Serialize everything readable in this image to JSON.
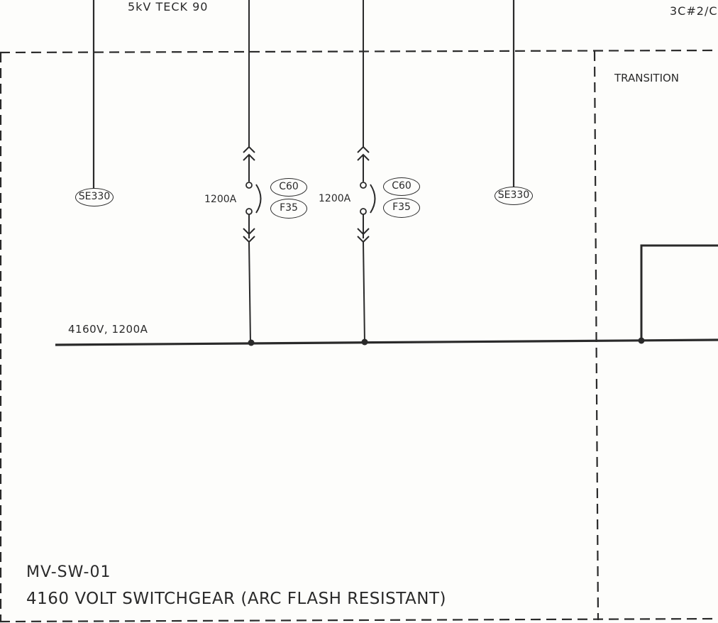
{
  "header": {
    "cable_left": "5kV TECK 90",
    "cable_right": "3C#2/C"
  },
  "transition": {
    "label": "TRANSITION"
  },
  "feeders": [
    {
      "relay": "SE330"
    },
    {
      "breaker_rating": "1200A",
      "relay_top": "C60",
      "relay_bottom": "F35"
    },
    {
      "breaker_rating": "1200A",
      "relay_top": "C60",
      "relay_bottom": "F35"
    },
    {
      "relay": "SE330"
    }
  ],
  "bus": {
    "label": "4160V, 1200A"
  },
  "switchgear": {
    "tag": "MV-SW-01",
    "description": "4160 VOLT SWITCHGEAR (ARC FLASH RESISTANT)"
  },
  "colors": {
    "ink": "#2a2a2a",
    "paper": "#fdfdfb"
  }
}
